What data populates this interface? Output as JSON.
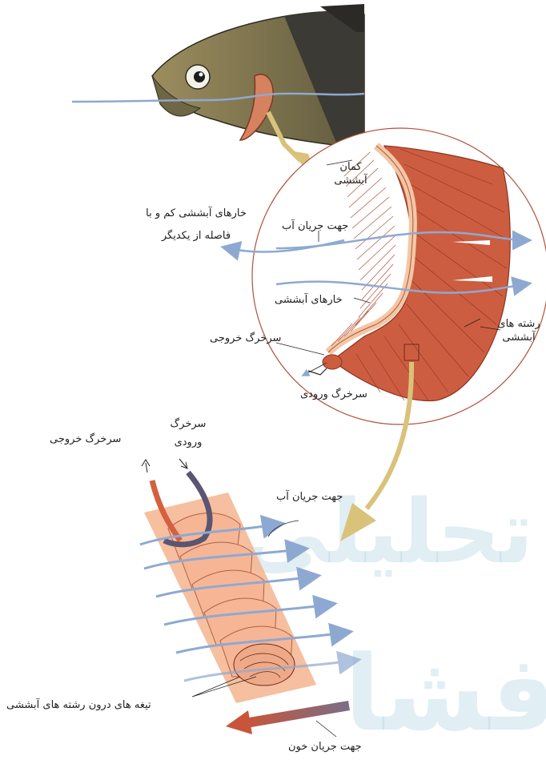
{
  "watermark": {
    "line1": "ره تحلیلی",
    "line2": "افشا"
  },
  "labels": {
    "gill_arch": "کمان\nآبششی",
    "few_rakers": "خارهای آبششی کم و با\nفاصله از یکدیگر",
    "water_flow_top": "جهت جریان آب",
    "gill_rakers": "خارهای آبششی",
    "gill_filaments": "رشته های\nآبششی",
    "efferent_artery_top": "سرخرگ خروجی",
    "afferent_artery_top": "سرخرگ ورودی",
    "afferent_artery_bottom": "سرخرگ\nورودی",
    "efferent_artery_bottom": "سرخرگ  خروجی",
    "water_flow_bottom": "جهت جریان آب",
    "lamellae": "تیغه های درون رشته های آبششی",
    "blood_flow": "جهت جریان خون"
  },
  "colors": {
    "water_arrow": "#8ea9d1",
    "gill": "#c8553a",
    "gill_light": "#e8876a",
    "pointer_arrow": "#d9c27a",
    "fish_body": "#8c7f55",
    "fish_dark": "#3b3a34",
    "lamella": "#f2a883",
    "circle": "#b0523e"
  }
}
